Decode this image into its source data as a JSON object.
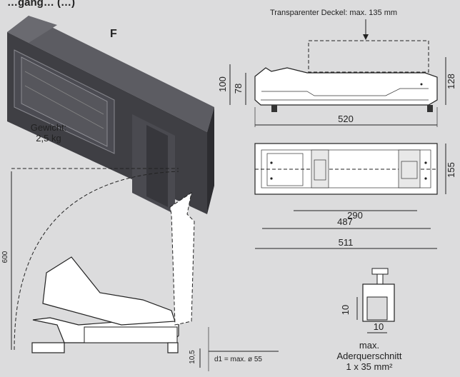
{
  "header_cut": "…gang… (…)",
  "product_letter": "F",
  "weight_label": "Gewicht:",
  "weight_value": "2,5 kg",
  "cover_label": "Transparenter Deckel: max. 135 mm",
  "side_view": {
    "h100": "100",
    "h78": "78",
    "h128": "128",
    "w520": "520"
  },
  "top_view": {
    "h155": "155",
    "w290": "290",
    "w487": "487",
    "w511": "511"
  },
  "open_view": {
    "h600": "600",
    "h10_5": "10,5",
    "d1": "d1 = max. ø 55"
  },
  "clamp": {
    "h10": "10",
    "w10": "10"
  },
  "cable_note": {
    "line1": "max.",
    "line2": "Aderquerschnitt",
    "line3": "1 x 35 mm²"
  },
  "colors": {
    "background": "#dcdcdd",
    "line": "#222222",
    "fill": "#ffffff",
    "box_dark": "#3f3f44"
  }
}
